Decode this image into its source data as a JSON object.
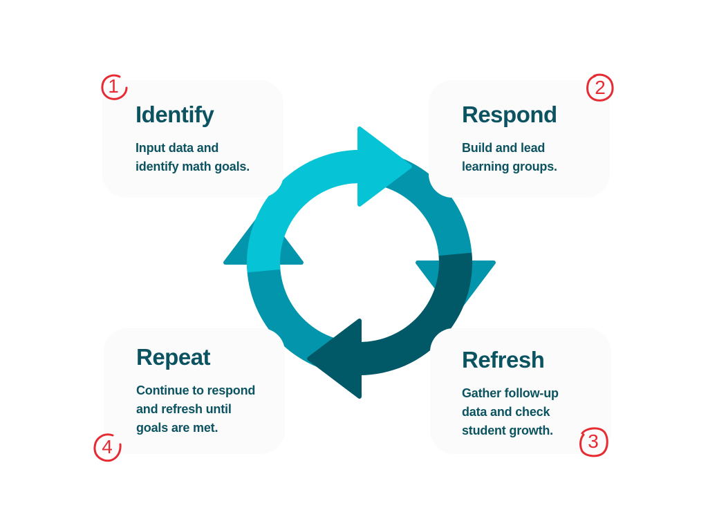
{
  "colors": {
    "text": "#0b5360",
    "badge": "#e62b33",
    "card_bg": "#fbfbfb",
    "arrow_identify": "#06c3d6",
    "arrow_respond": "#0295ab",
    "arrow_refresh": "#015866",
    "arrow_repeat": "#0295ab"
  },
  "steps": [
    {
      "number": "1",
      "title": "Identify",
      "description_lines": [
        "Input data and",
        "identify math goals."
      ]
    },
    {
      "number": "2",
      "title": "Respond",
      "description_lines": [
        "Build and lead",
        "learning groups."
      ]
    },
    {
      "number": "3",
      "title": "Refresh",
      "description_lines": [
        "Gather follow-up",
        "data and check",
        "student growth."
      ]
    },
    {
      "number": "4",
      "title": "Repeat",
      "description_lines": [
        "Continue to respond",
        "and refresh until",
        "goals are met."
      ]
    }
  ],
  "cycle": {
    "arrows": [
      {
        "name": "arrow-identify",
        "color_key": "arrow_identify",
        "direction": "right"
      },
      {
        "name": "arrow-respond",
        "color_key": "arrow_respond",
        "direction": "down"
      },
      {
        "name": "arrow-refresh",
        "color_key": "arrow_refresh",
        "direction": "left"
      },
      {
        "name": "arrow-repeat",
        "color_key": "arrow_repeat",
        "direction": "up"
      }
    ]
  }
}
